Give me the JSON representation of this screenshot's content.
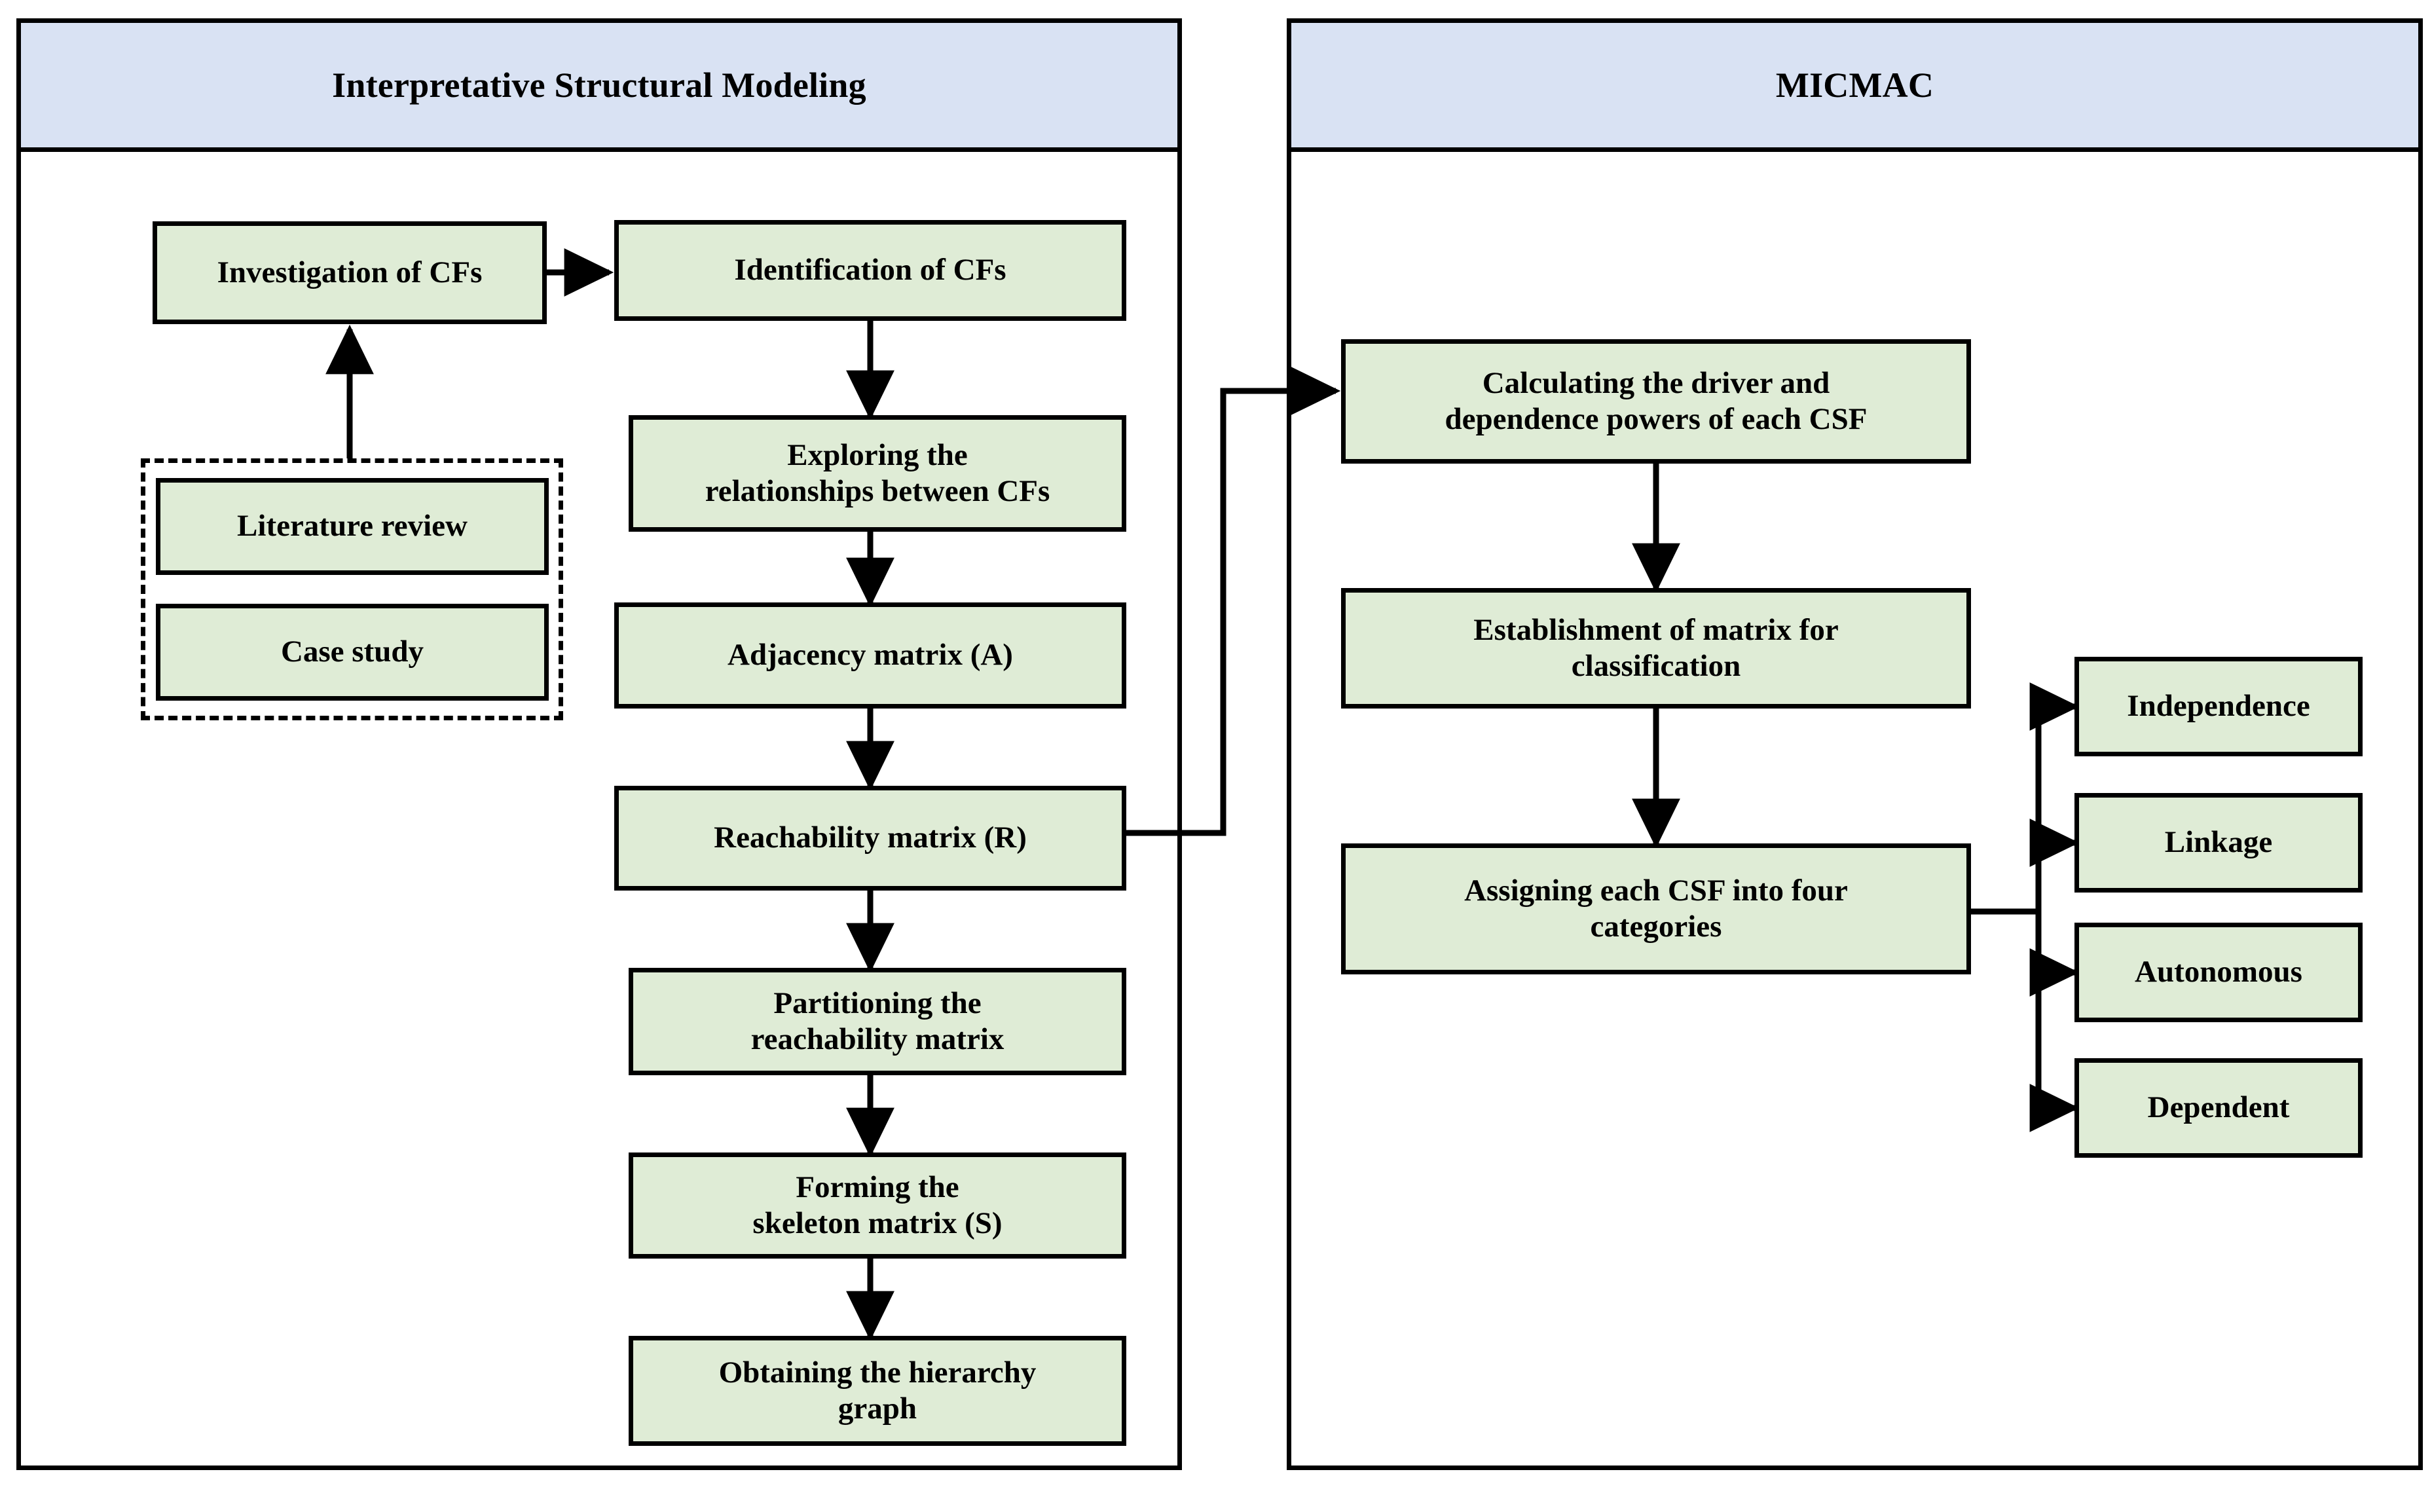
{
  "panels": [
    {
      "id": "ism",
      "title": "Interpretative Structural Modeling"
    },
    {
      "id": "micmac",
      "title": "MICMAC"
    }
  ],
  "ism": {
    "title": "Interpretative Structural Modeling",
    "nodes": {
      "investigation": "Investigation of CFs",
      "identification": "Identification of CFs",
      "exploring_line1": "Exploring the",
      "exploring_line2": "relationships between CFs",
      "adjacency": "Adjacency matrix (A)",
      "reachability": "Reachability matrix (R)",
      "partitioning_line1": "Partitioning the",
      "partitioning_line2": "reachability matrix",
      "forming_line1": "Forming the",
      "forming_line2": "skeleton matrix (S)",
      "obtaining_line1": "Obtaining the hierarchy",
      "obtaining_line2": "graph",
      "literature_review": "Literature review",
      "case_study": "Case study"
    }
  },
  "micmac": {
    "title": "MICMAC",
    "nodes": {
      "calculating_line1": "Calculating the driver and",
      "calculating_line2": "dependence powers of each CSF",
      "establishment_line1": "Establishment of matrix for",
      "establishment_line2": "classification",
      "assigning_line1": "Assigning each CSF into four",
      "assigning_line2": "categories"
    },
    "categories": [
      "Independence",
      "Linkage",
      "Autonomous",
      "Dependent"
    ]
  },
  "colors": {
    "panel_header_blue": "#d9e2f3",
    "node_green": "#dfecd6",
    "stroke_black": "#000000",
    "page_white": "#ffffff"
  }
}
